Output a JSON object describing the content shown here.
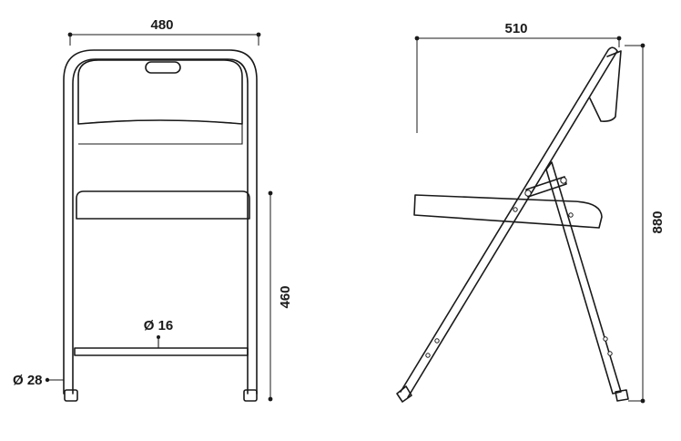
{
  "dimensions": {
    "front_width": "480",
    "side_width": "510",
    "seat_height": "460",
    "total_height": "880",
    "crossbar_diameter": "Ø 16",
    "tube_diameter": "Ø 28"
  }
}
